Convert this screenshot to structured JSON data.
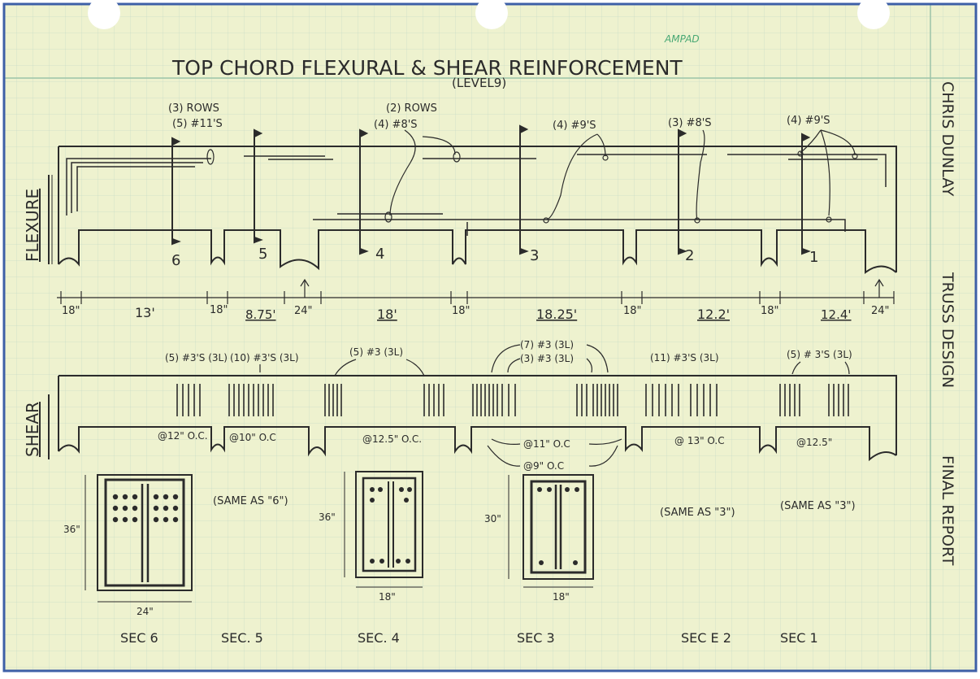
{
  "title": "TOP CHORD FLEXURAL & SHEAR REINFORCEMENT",
  "subtitle": "(LEVEL9)",
  "brand": "AMPAD",
  "side_labels": {
    "name": "CHRIS DUNLAY",
    "section": "TRUSS DESIGN",
    "report": "FINAL REPORT"
  },
  "row_labels": {
    "flexure": "FLEXURE",
    "shear": "SHEAR"
  },
  "flexure": {
    "bar_callouts": [
      "(3) ROWS",
      "(5) #11'S",
      "(2) ROWS",
      "(4) #8'S",
      "(4) #9'S",
      "(3) #8'S",
      "(4) #9'S"
    ],
    "section_marks": [
      "6",
      "5",
      "4",
      "3",
      "2",
      "1"
    ]
  },
  "dimensions": [
    "18\"",
    "13'",
    "18\"",
    "8.75'",
    "24\"",
    "18'",
    "18\"",
    "18.25'",
    "18\"",
    "12.2'",
    "18\"",
    "12.4'",
    "24\""
  ],
  "shear": {
    "stirrup_callouts": [
      "(5) #3'S (3L)",
      "(10) #3'S (3L)",
      "(5) #3 (3L)",
      "(7) #3 (3L)",
      "(3) #3 (3L)",
      "(11) #3'S (3L)",
      "(5) # 3'S (3L)"
    ],
    "spacing_notes": [
      "@12\" O.C.",
      "@10\" O.C",
      "@12.5\" O.C.",
      "@11\" O.C",
      "@9\" O.C",
      "@ 13\" O.C",
      "@12.5\""
    ]
  },
  "sections": {
    "labels": [
      "SEC 6",
      "SEC. 5",
      "SEC. 4",
      "SEC 3",
      "SEC E 2",
      "SEC 1"
    ],
    "notes": [
      "(SAME AS \"6\")",
      "(SAME AS \"3\")",
      "(SAME AS \"3\")"
    ],
    "dims": [
      "36\"",
      "24\"",
      "36\"",
      "18\"",
      "30\"",
      "18\""
    ]
  },
  "colors": {
    "paper": "#eef2cf",
    "grid": "#b9d3c1",
    "ink": "#2b2b2b",
    "frame": "#3d5fa7",
    "brand": "#48a874"
  }
}
